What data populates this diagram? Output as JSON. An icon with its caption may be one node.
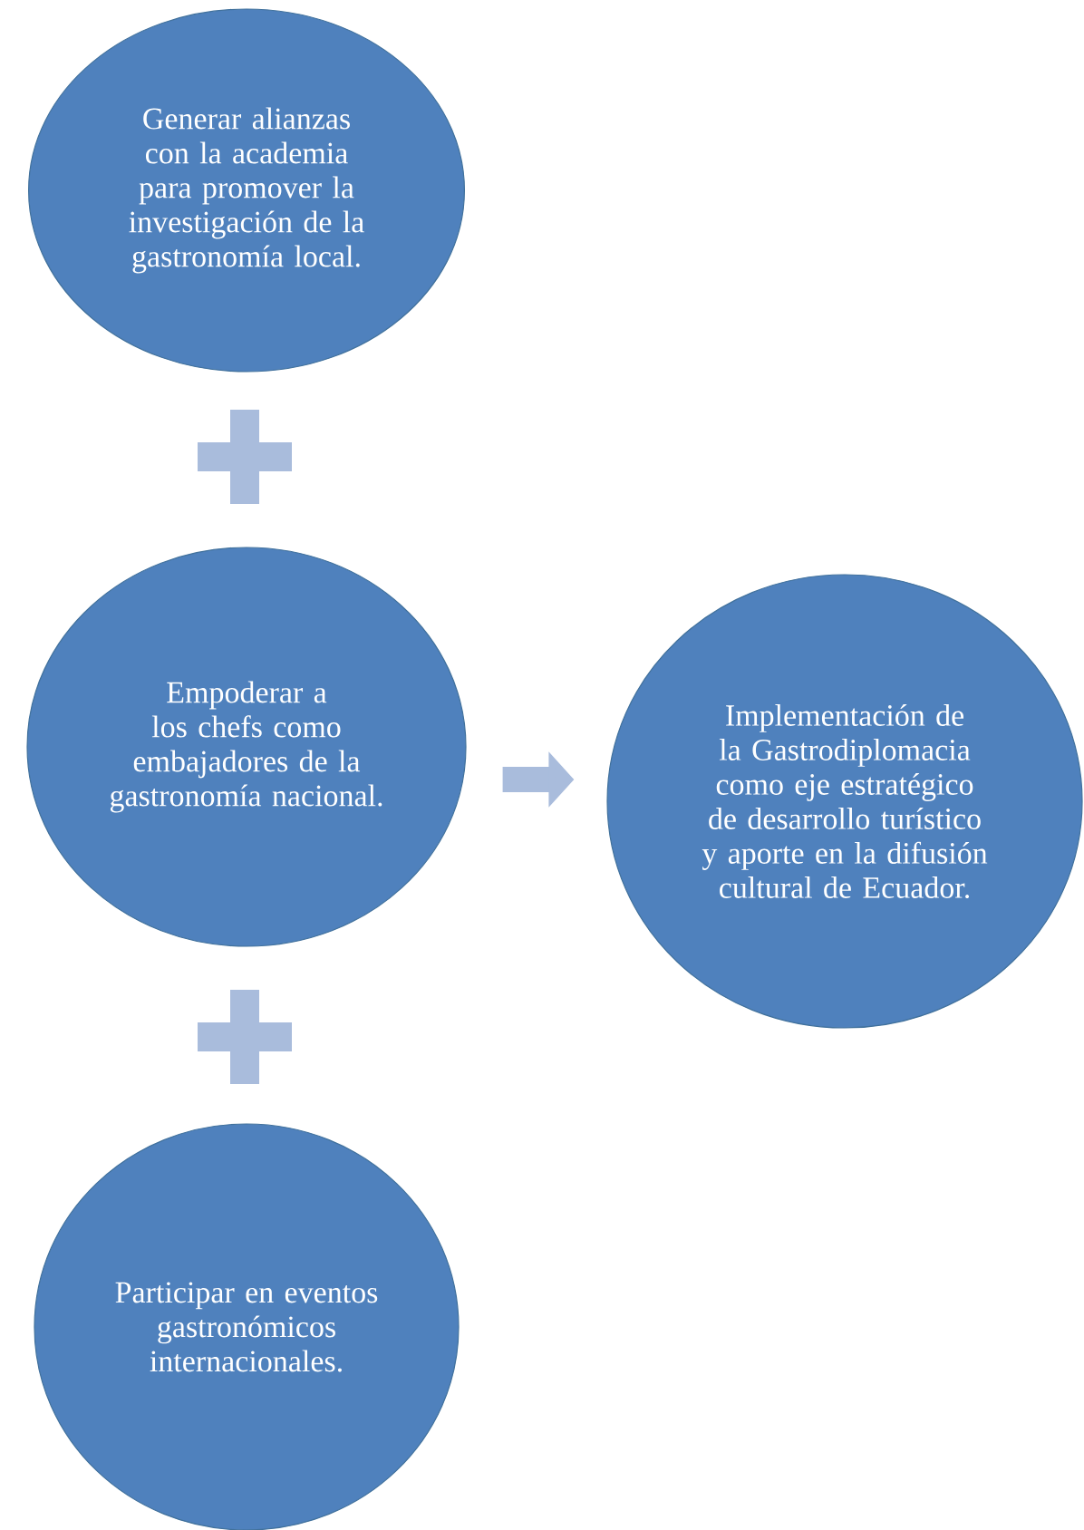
{
  "diagram": {
    "nodes": [
      {
        "text": [
          "Generar alianzas con la academia para promover la investigación de la gastronomía local."
        ]
      },
      {
        "text": [
          "Empoderar a los chefs como embajadores de la gastronomía nacional."
        ]
      },
      {
        "text": [
          "Participar en eventos gastronómicos internacionales."
        ]
      },
      {
        "text": [
          "Implementación de la Gastrodiplomacia como eje estratégico de desarrollo turístico y aporte en la difusión cultural de Ecuador."
        ]
      }
    ],
    "edges": [
      {
        "from": 1,
        "to": 3,
        "arrow": "to"
      }
    ]
  }
}
